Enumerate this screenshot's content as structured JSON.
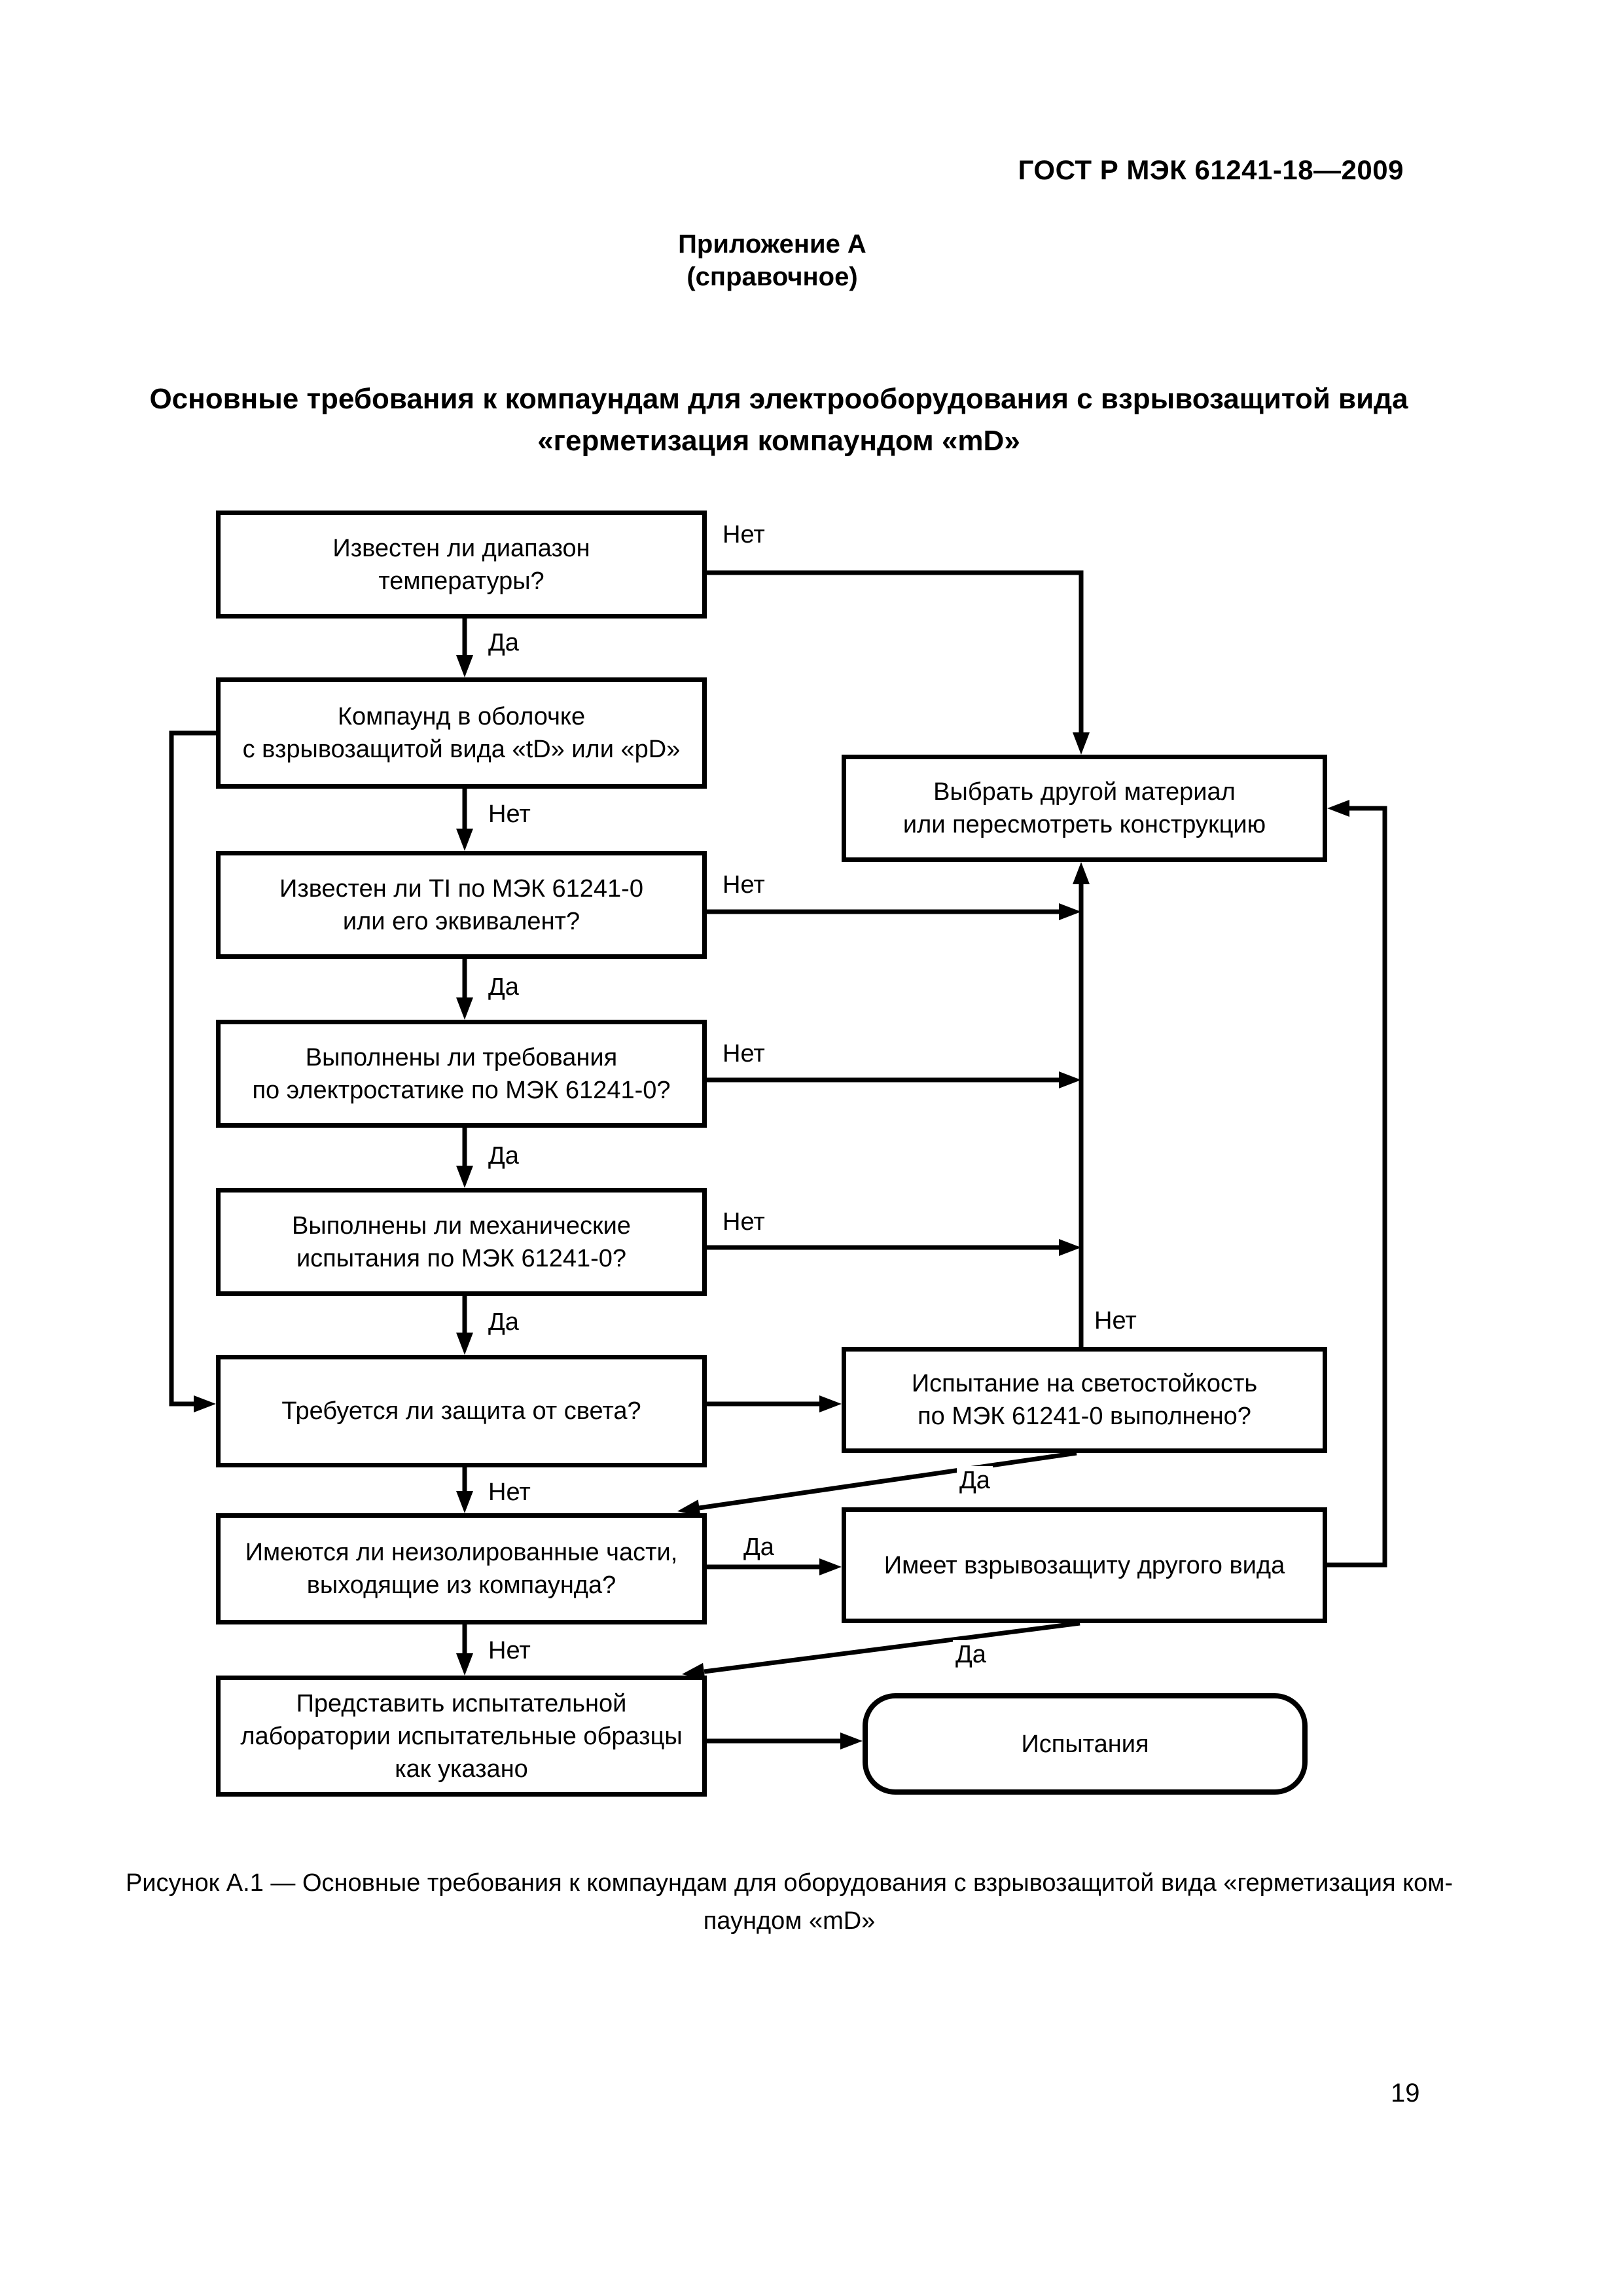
{
  "page": {
    "header_code": "ГОСТ Р МЭК 61241-18—2009",
    "appendix": [
      "Приложение А",
      "(справочное)"
    ],
    "section_title": [
      "Основные требования к компаундам для электрооборудования с взрывозащитой вида",
      "«герметизация компаундом «mD»"
    ],
    "figure_caption": [
      "Рисунок А.1 — Основные требования к компаундам для оборудования с взрывозащитой вида «герметизация ком-",
      "паундом «mD»"
    ],
    "page_number": "19"
  },
  "colors": {
    "ink": "#000000",
    "paper": "#ffffff"
  },
  "flowchart": {
    "labels": {
      "yes": "Да",
      "no": "Нет"
    },
    "boxes": {
      "temp_range": [
        "Известен ли диапазон",
        "температуры?"
      ],
      "compound_enclosure": [
        "Компаунд в оболочке",
        "с взрывозащитой вида «tD» или «pD»"
      ],
      "ti_known": [
        "Известен ли TI по МЭК 61241-0",
        "или его эквивалент?"
      ],
      "electrostatic": [
        "Выполнены ли требования",
        "по электростатике по МЭК 61241-0?"
      ],
      "mechanical": [
        "Выполнены ли механические",
        "испытания по МЭК 61241-0?"
      ],
      "light_protection": [
        "Требуется ли защита от света?"
      ],
      "uninsulated_parts": [
        "Имеются ли неизолированные части,",
        "выходящие из компаунда?"
      ],
      "submit_samples": [
        "Представить испытательной",
        "лаборатории испытательные образцы",
        "как указано"
      ],
      "choose_material": [
        "Выбрать другой материал",
        "или пересмотреть конструкцию"
      ],
      "light_test": [
        "Испытание на светостойкость",
        "по МЭК 61241-0 выполнено?"
      ],
      "other_protection": [
        "Имеет взрывозащиту другого вида"
      ],
      "tests": [
        "Испытания"
      ]
    }
  }
}
